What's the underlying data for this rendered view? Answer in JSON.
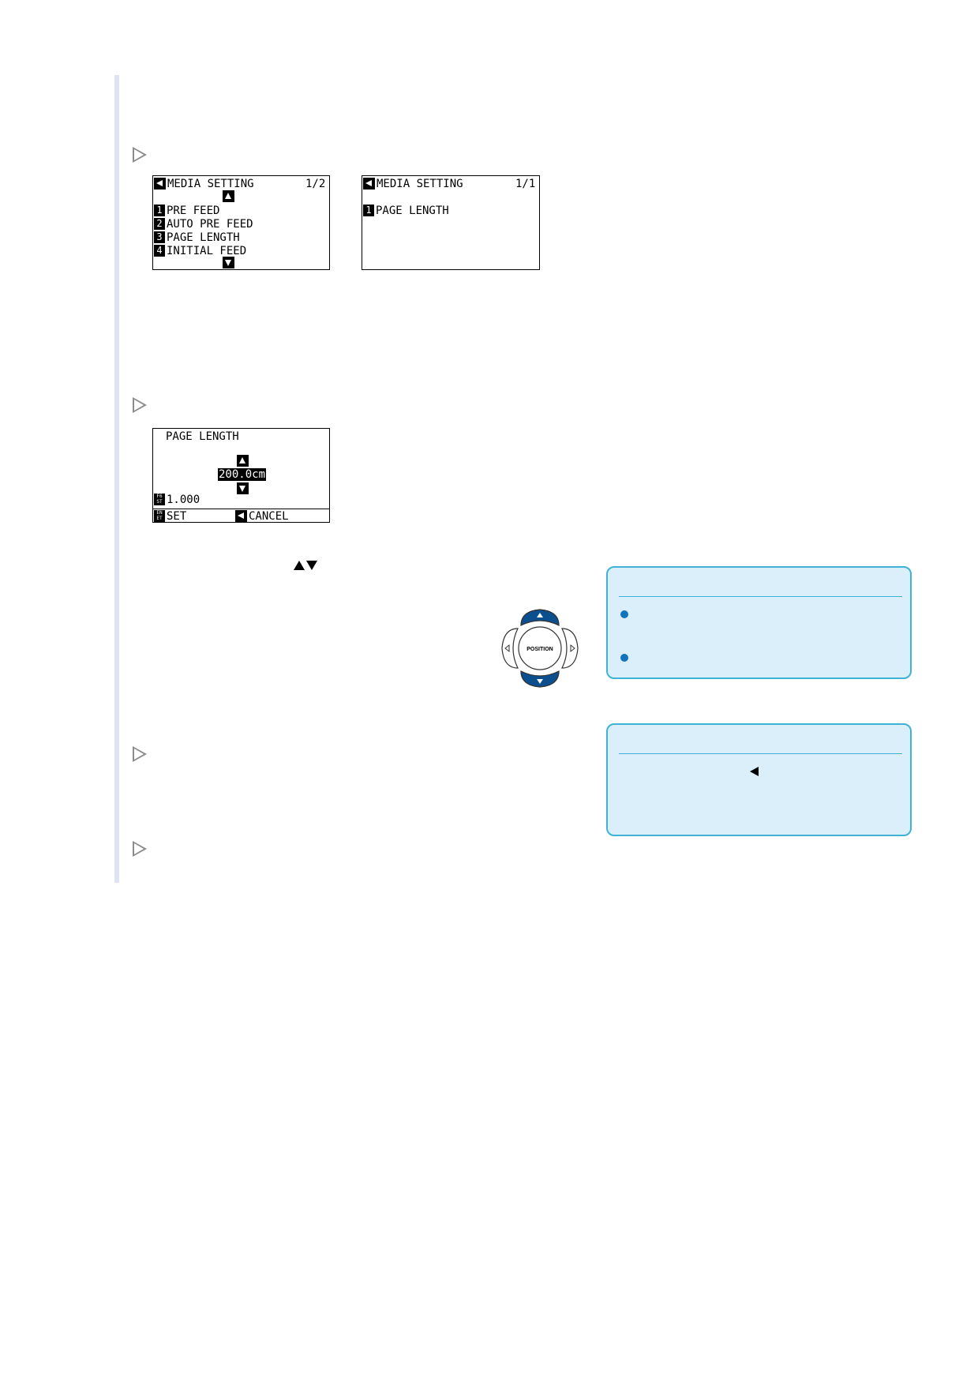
{
  "screen1": {
    "title": "MEDIA SETTING",
    "page": "1/2",
    "items": [
      {
        "num": "1",
        "label": "PRE FEED"
      },
      {
        "num": "2",
        "label": "AUTO PRE FEED"
      },
      {
        "num": "3",
        "label": "PAGE LENGTH"
      },
      {
        "num": "4",
        "label": "INITIAL FEED"
      }
    ]
  },
  "screen2": {
    "title": "MEDIA SETTING",
    "page": "1/1",
    "items": [
      {
        "num": "1",
        "label": "PAGE LENGTH"
      }
    ]
  },
  "screen3": {
    "title": "PAGE LENGTH",
    "value": "200.0cm",
    "function_key": "F6\nST",
    "function_value": "1.000",
    "enter_key": "EN\nET",
    "set_label": "SET",
    "cancel_label": "CANCEL"
  },
  "position_pad": {
    "label": "POSITION",
    "colors": {
      "active": "#0b4f8f",
      "outline": "#333333"
    }
  },
  "colors": {
    "note_bg": "#dbeffb",
    "note_border": "#3fb3d6",
    "bullet": "#0f74bc",
    "rule": "#dde3f2"
  }
}
